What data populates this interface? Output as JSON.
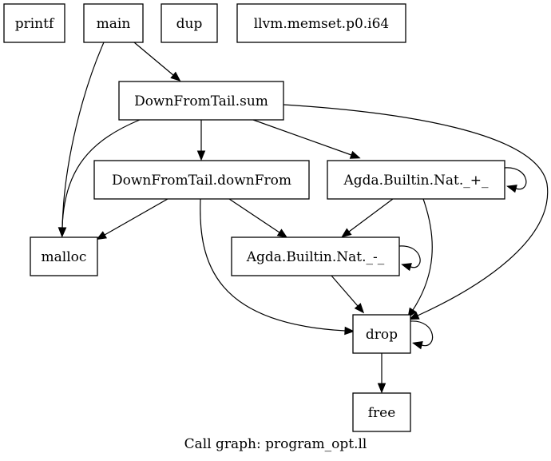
{
  "graph": {
    "caption": "Call graph: program_opt.ll",
    "nodes": [
      {
        "id": "printf",
        "label": "printf"
      },
      {
        "id": "main",
        "label": "main"
      },
      {
        "id": "dup",
        "label": "dup"
      },
      {
        "id": "memset",
        "label": "llvm.memset.p0.i64"
      },
      {
        "id": "sum",
        "label": "DownFromTail.sum"
      },
      {
        "id": "downFrom",
        "label": "DownFromTail.downFrom"
      },
      {
        "id": "plus",
        "label": "Agda.Builtin.Nat._+_"
      },
      {
        "id": "malloc",
        "label": "malloc"
      },
      {
        "id": "minus",
        "label": "Agda.Builtin.Nat._-_"
      },
      {
        "id": "drop",
        "label": "drop"
      },
      {
        "id": "free",
        "label": "free"
      }
    ],
    "edges": [
      {
        "from": "main",
        "to": "malloc"
      },
      {
        "from": "main",
        "to": "sum"
      },
      {
        "from": "sum",
        "to": "malloc"
      },
      {
        "from": "sum",
        "to": "downFrom"
      },
      {
        "from": "sum",
        "to": "plus"
      },
      {
        "from": "sum",
        "to": "drop"
      },
      {
        "from": "plus",
        "to": "plus"
      },
      {
        "from": "plus",
        "to": "minus"
      },
      {
        "from": "plus",
        "to": "drop"
      },
      {
        "from": "downFrom",
        "to": "malloc"
      },
      {
        "from": "downFrom",
        "to": "minus"
      },
      {
        "from": "downFrom",
        "to": "drop"
      },
      {
        "from": "minus",
        "to": "minus"
      },
      {
        "from": "minus",
        "to": "drop"
      },
      {
        "from": "drop",
        "to": "drop"
      },
      {
        "from": "drop",
        "to": "free"
      }
    ]
  }
}
